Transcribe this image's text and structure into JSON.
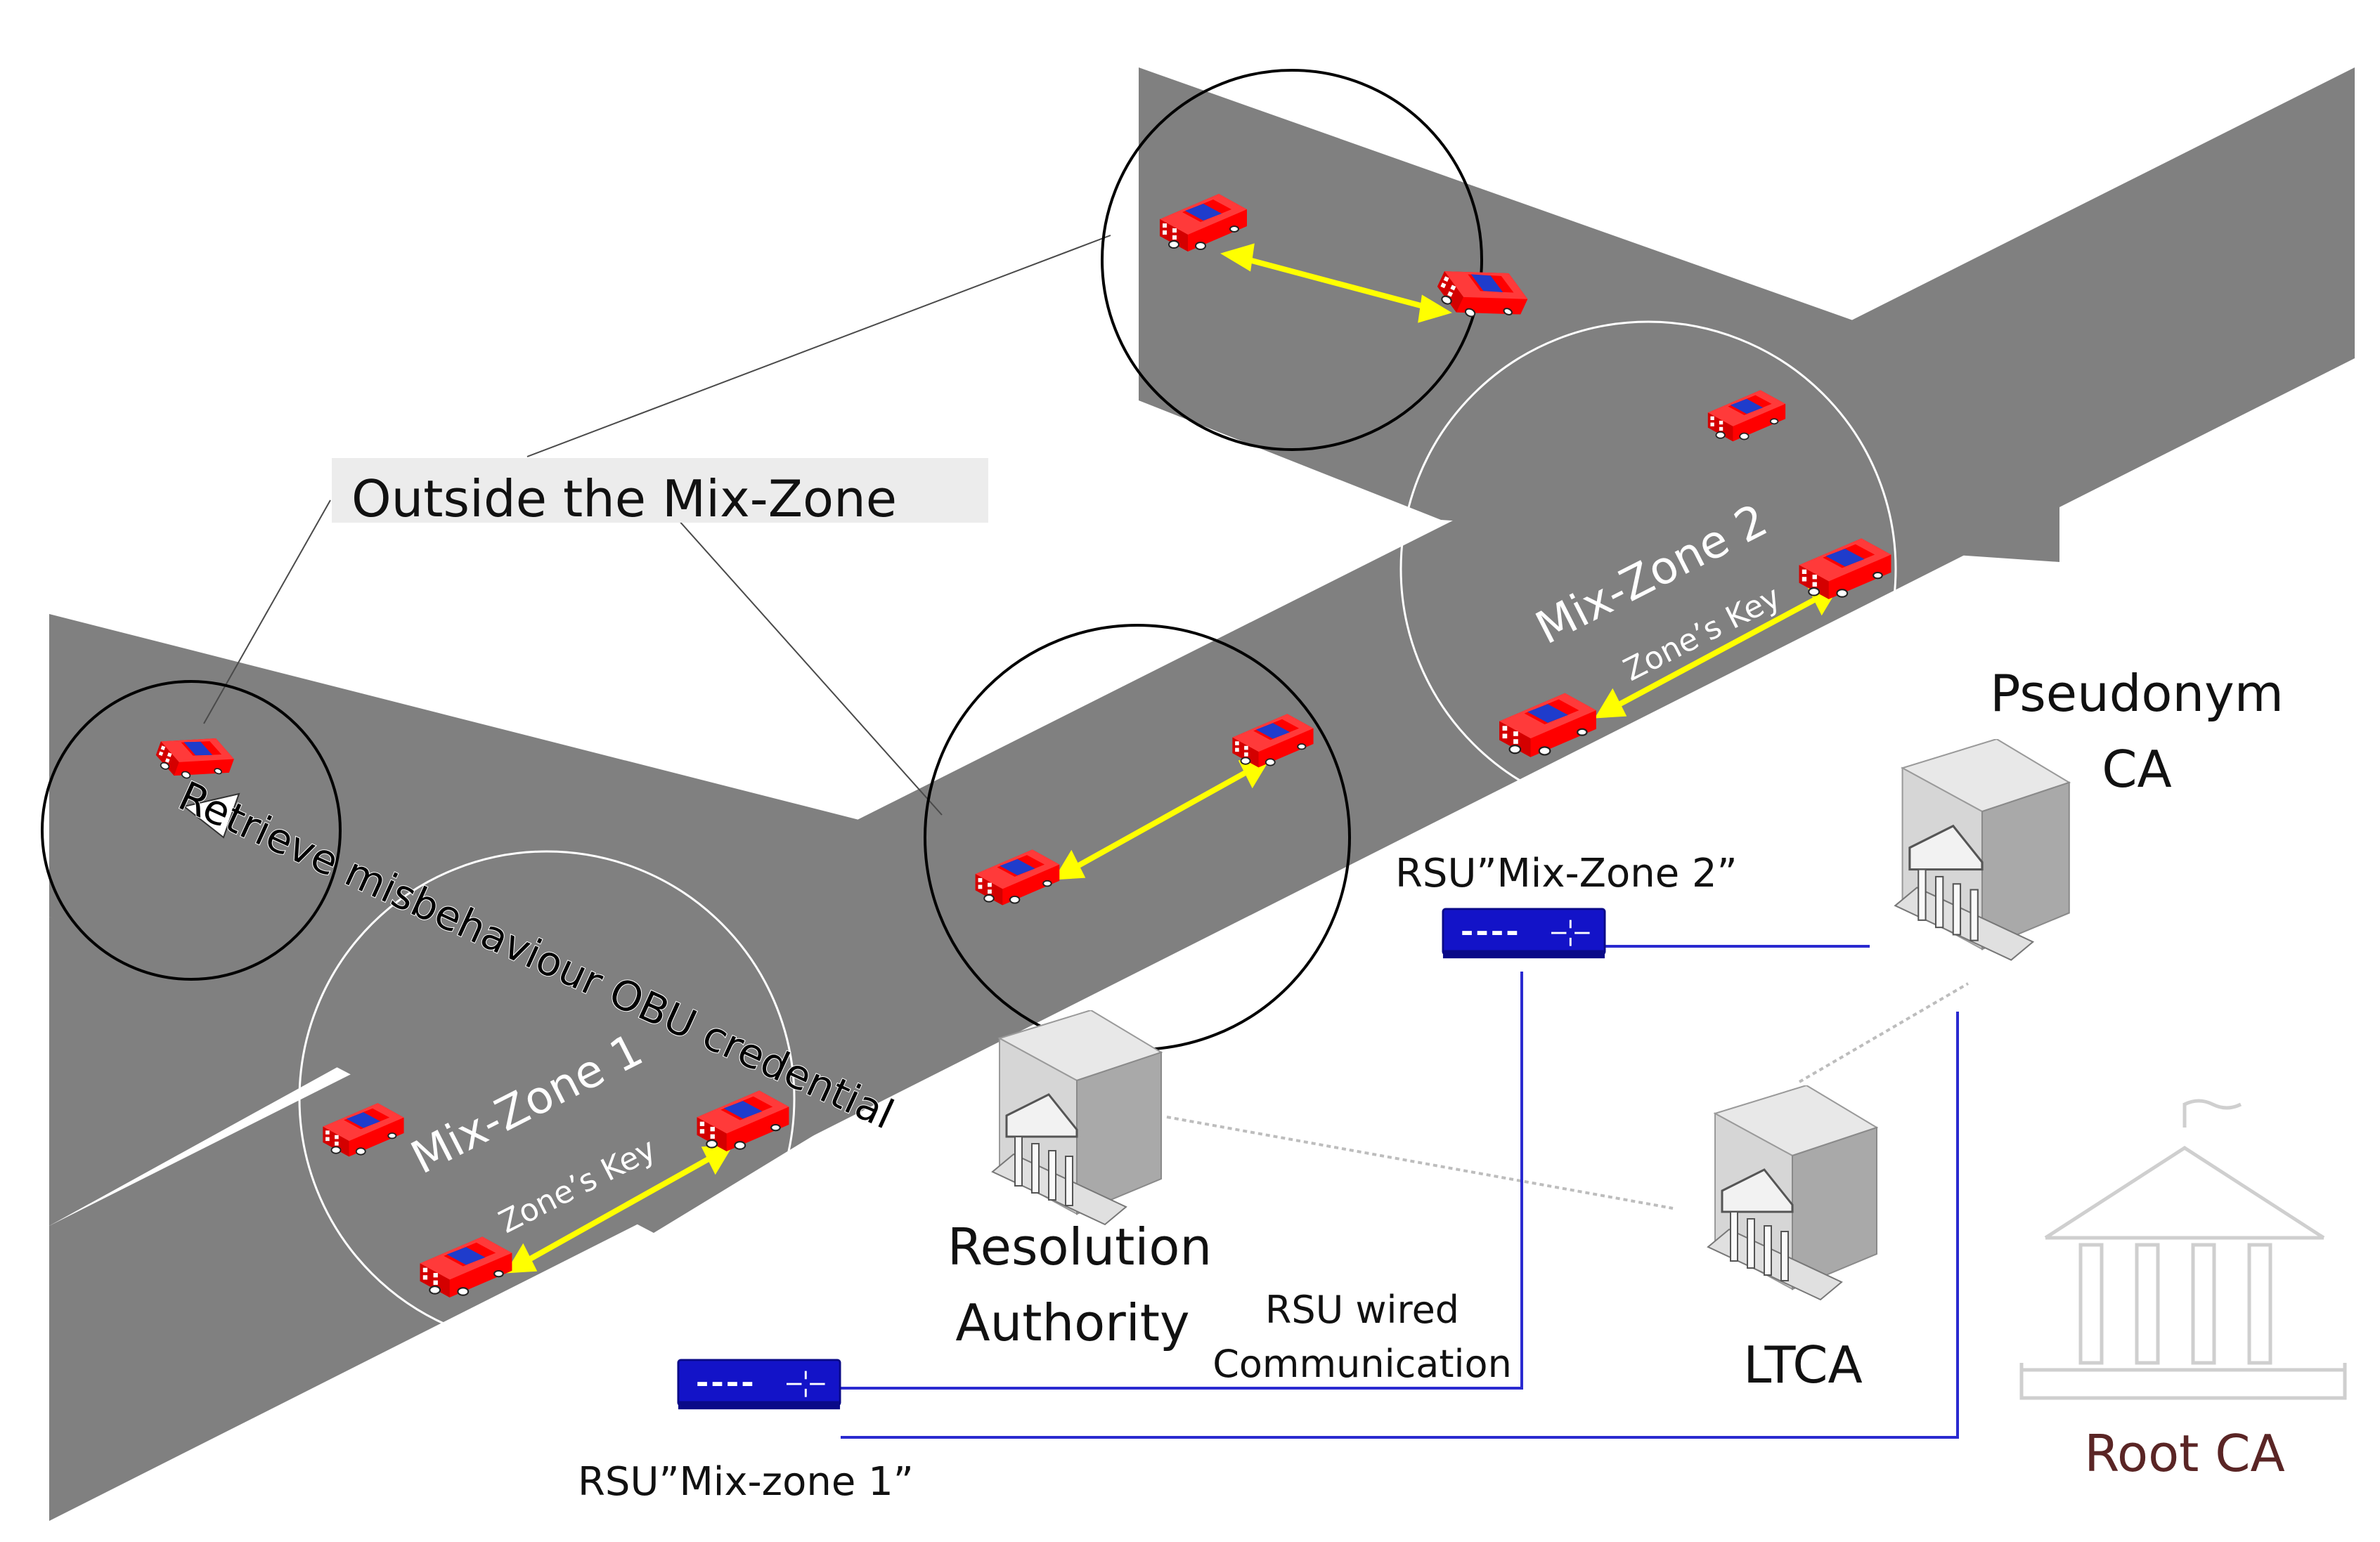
{
  "colors": {
    "road": "#808080",
    "car_body": "#ff0000",
    "car_window": "#1f3ccc",
    "link_arrow": "#ffff00",
    "rsu_blue": "#1313c8",
    "wire_blue": "#2a2ad0",
    "root_ca_text": "#5a2525",
    "zone_circle": "#ffffff",
    "lens_circle": "#000000"
  },
  "callout": {
    "text": "Outside the Mix-Zone"
  },
  "zones": [
    {
      "label": "Mix-Zone 1",
      "key_label": "Zone’s Key"
    },
    {
      "label": "Mix-Zone 2",
      "key_label": "Zone’s Key"
    }
  ],
  "retrieve_label": "Retrieve misbehaviour OBU credential",
  "authorities": {
    "pseudonym_ca": {
      "line1": "Pseudonym",
      "line2": "CA"
    },
    "resolution": {
      "line1": "Resolution",
      "line2": "Authority"
    },
    "ltca": {
      "label": "LTCA"
    },
    "root_ca": {
      "label": "Root CA"
    }
  },
  "rsus": {
    "rsu1": {
      "label": "RSU”Mix-zone 1”"
    },
    "rsu2": {
      "label": "RSU”Mix-Zone 2”"
    }
  },
  "wired": {
    "line1": "RSU wired",
    "line2": "Communication"
  },
  "icons": [
    "car-icon",
    "server-building-icon",
    "rsu-router-icon",
    "root-ca-building-icon",
    "double-arrow-icon"
  ]
}
